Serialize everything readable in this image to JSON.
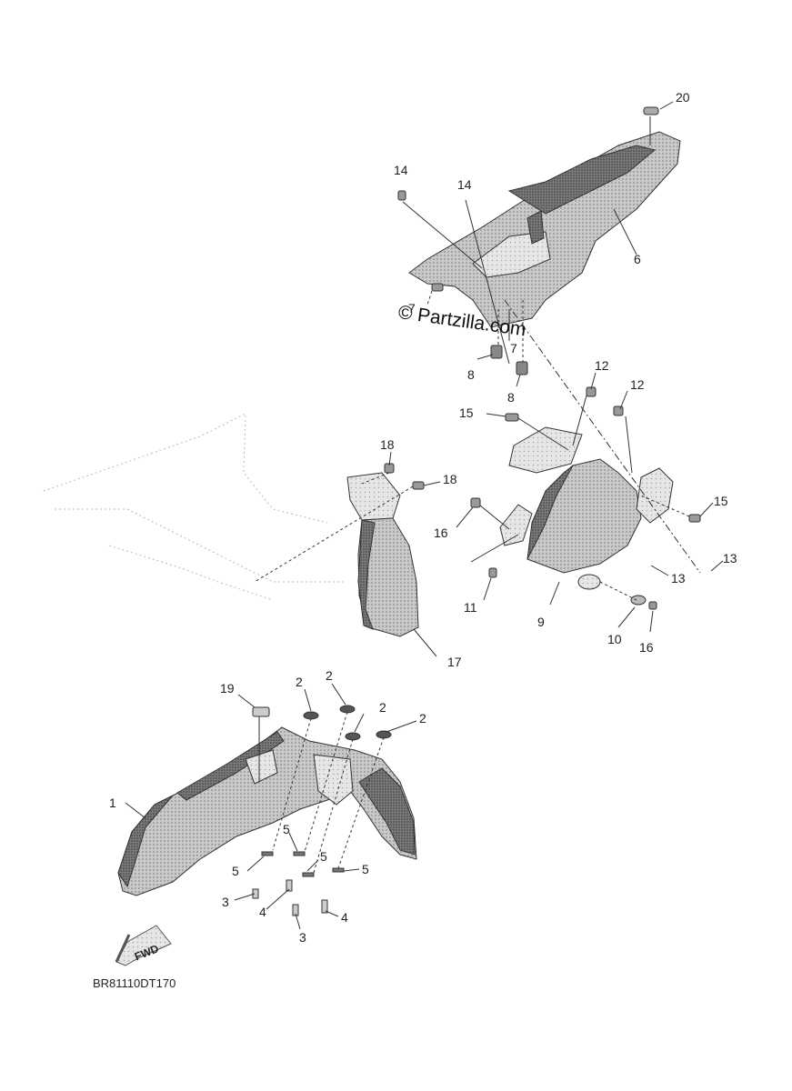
{
  "diagram_code": "BR81110DT170",
  "watermark": "© Partzilla.com",
  "fwd_label": "FWD",
  "colors": {
    "ink": "#333333",
    "fill_dark": "#6e6e6e",
    "fill_mid": "#a8a8a8",
    "fill_light": "#d6d6d6"
  },
  "callouts": {
    "c20": "20",
    "c6": "6",
    "c14a": "14",
    "c14b": "14",
    "c7a": "7",
    "c7b": "7",
    "c8a": "8",
    "c8b": "8",
    "c12a": "12",
    "c12b": "12",
    "c15a": "15",
    "c15b": "15",
    "c18a": "18",
    "c18b": "18",
    "c16a": "16",
    "c16b": "16",
    "c13a": "13",
    "c13b": "13",
    "c11": "11",
    "c9": "9",
    "c10": "10",
    "c17": "17",
    "c19": "19",
    "c2a": "2",
    "c2b": "2",
    "c2c": "2",
    "c2d": "2",
    "c1": "1",
    "c5a": "5",
    "c5b": "5",
    "c5c": "5",
    "c5d": "5",
    "c3a": "3",
    "c3b": "3",
    "c4a": "4",
    "c4b": "4"
  }
}
